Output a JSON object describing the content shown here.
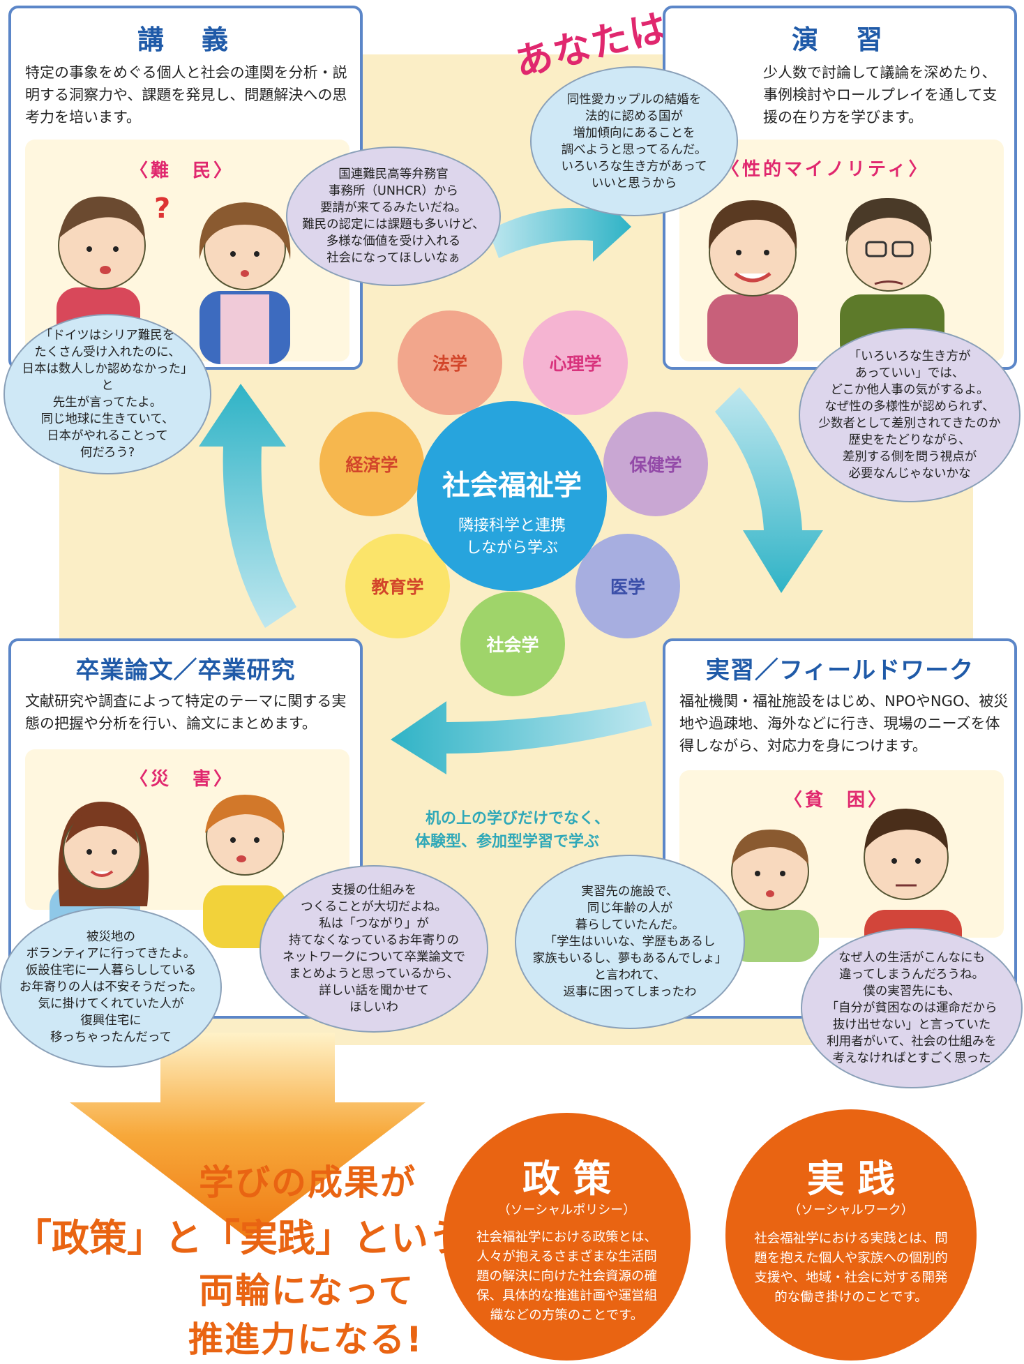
{
  "banner": "あなたは",
  "lecture": {
    "title": "講　義",
    "desc": "特定の事象をめぐる個人と社会の連関を分析・説明する洞察力や、課題を発見し、問題解決への思考力を培います。",
    "topic": "〈難　民〉",
    "bubble_left": "「ドイツはシリア難民を\nたくさん受け入れたのに、\n日本は数人しか認めなかった」と\n先生が言ってたよ。\n同じ地球に生きていて、\n日本がやれることって\n何だろう?",
    "bubble_right": "国連難民高等弁務官\n事務所（UNHCR）から\n要請が来てるみたいだね。\n難民の認定には課題も多いけど、\n多様な価値を受け入れる\n社会になってほしいなぁ"
  },
  "seminar": {
    "title": "演　習",
    "desc": "少人数で討論して議論を深めたり、事例検討やロールプレイを通して支援の在り方を学びます。",
    "topic": "〈性的マイノリティ〉",
    "bubble_top": "同性愛カップルの結婚を\n法的に認める国が\n増加傾向にあることを\n調べようと思ってるんだ。\nいろいろな生き方があって\nいいと思うから",
    "bubble_right": "「いろいろな生き方が\nあっていい」では、\nどこか他人事の気がするよ。\nなぜ性の多様性が認められず、\n少数者として差別されてきたのか\n歴史をたどりながら、\n差別する側を問う視点が\n必要なんじゃないかな"
  },
  "thesis": {
    "title": "卒業論文／卒業研究",
    "desc": "文献研究や調査によって特定のテーマに関する実態の把握や分析を行い、論文にまとめます。",
    "topic": "〈災　害〉",
    "bubble_left": "被災地の\nボランティアに行ってきたよ。\n仮設住宅に一人暮らししている\nお年寄りの人は不安そうだった。\n気に掛けてくれていた人が\n復興住宅に\n移っちゃったんだって",
    "bubble_right": "支援の仕組みを\nつくることが大切だよね。\n私は「つながり」が\n持てなくなっているお年寄りの\nネットワークについて卒業論文で\nまとめようと思っているから、\n詳しい話を聞かせて\nほしいわ"
  },
  "fieldwork": {
    "title": "実習／フィールドワーク",
    "desc": "福祉機関・福祉施設をはじめ、NPOやNGO、被災地や過疎地、海外などに行き、現場のニーズを体得しながら、対応力を身につけます。",
    "topic": "〈貧　困〉",
    "bubble_left": "実習先の施設で、\n同じ年齢の人が\n暮らしていたんだ。\n「学生はいいな、学歴もあるし\n家族もいるし、夢もあるんでしょ」\nと言われて、\n返事に困ってしまったわ",
    "bubble_right": "なぜ人の生活がこんなにも\n違ってしまうんだろうね。\n僕の実習先にも、\n「自分が貧困なのは運命だから\n抜け出せない」と言っていた\n利用者がいて、社会の仕組みを\n考えなければとすごく思った"
  },
  "hub": {
    "title": "社会福祉学",
    "sub1": "隣接科学と連携",
    "sub2": "しながら学ぶ",
    "petals": [
      "法学",
      "心理学",
      "保健学",
      "医学",
      "社会学",
      "教育学",
      "経済学"
    ]
  },
  "experience": {
    "line1": "机の上の学びだけでなく、",
    "line2": "体験型、参加型学習で学ぶ"
  },
  "result": {
    "line1": "学びの成果が",
    "line2": "「政策」と「実践」という",
    "line3": "両輪になって",
    "line4": "推進力になる!"
  },
  "policy": {
    "title": "政 策",
    "sub": "（ソーシャルポリシー）",
    "desc": "社会福祉学における政策とは、人々が抱えるさまざまな生活問題の解決に向けた社会資源の確保、具体的な推進計画や運営組織などの方策のことです。"
  },
  "practice": {
    "title": "実 践",
    "sub": "（ソーシャルワーク）",
    "desc": "社会福祉学における実践とは、問題を抱えた個人や家族への個別的支援や、地域・社会に対する開発的な働き掛けのことです。"
  },
  "colors": {
    "card_border": "#5b86c8",
    "title_blue": "#1f5aa8",
    "topic_pink": "#e0276e",
    "cycle_arrow": "#3cb7c8",
    "orange": "#e96412",
    "hub_blue": "#27a4dd"
  }
}
